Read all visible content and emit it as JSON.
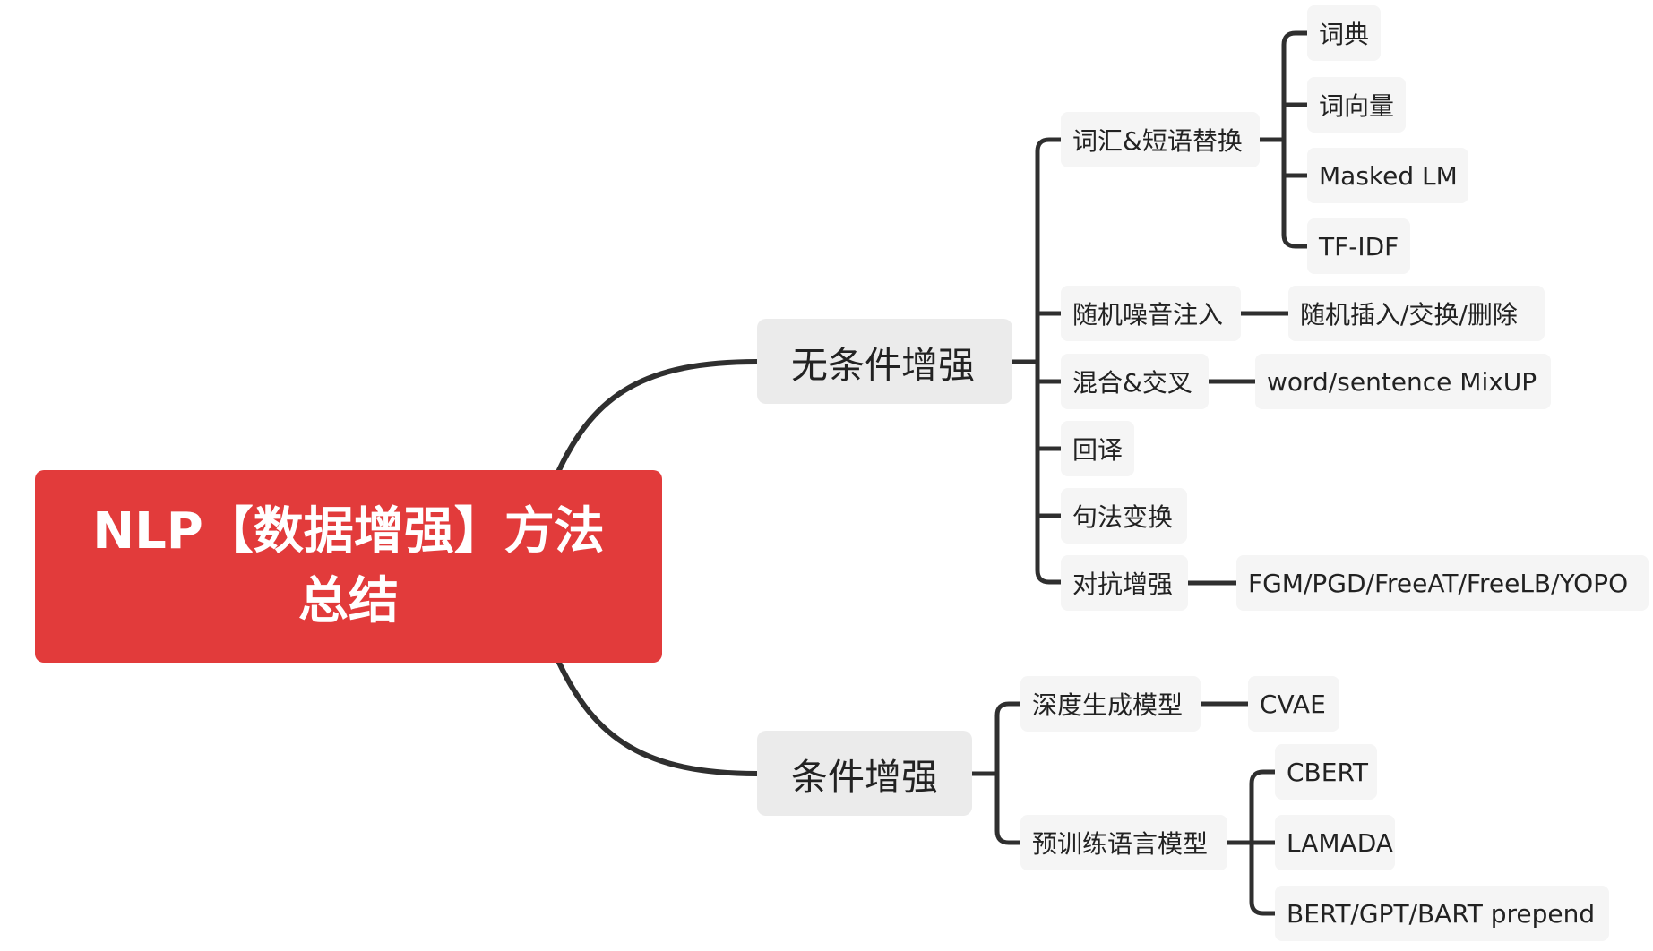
{
  "mindmap": {
    "root": "NLP【数据增强】方法总结",
    "branches": [
      {
        "label": "无条件增强",
        "children": [
          {
            "label": "词汇&短语替换",
            "children": [
              "词典",
              "词向量",
              "Masked LM",
              "TF-IDF"
            ]
          },
          {
            "label": "随机噪音注入",
            "children": [
              "随机插入/交换/删除"
            ]
          },
          {
            "label": "混合&交叉",
            "children": [
              "word/sentence MixUP"
            ]
          },
          {
            "label": "回译",
            "children": []
          },
          {
            "label": "句法变换",
            "children": []
          },
          {
            "label": "对抗增强",
            "children": [
              "FGM/PGD/FreeAT/FreeLB/YOPO"
            ]
          }
        ]
      },
      {
        "label": "条件增强",
        "children": [
          {
            "label": "深度生成模型",
            "children": [
              "CVAE"
            ]
          },
          {
            "label": "预训练语言模型",
            "children": [
              "CBERT",
              "LAMADA",
              "BERT/GPT/BART prepend"
            ]
          }
        ]
      }
    ]
  },
  "colors": {
    "root_fill": "#e23b3b",
    "root_text": "#ffffff",
    "main_fill": "#ebebeb",
    "sub_fill": "#f5f5f5",
    "line": "#2f2f2f"
  }
}
